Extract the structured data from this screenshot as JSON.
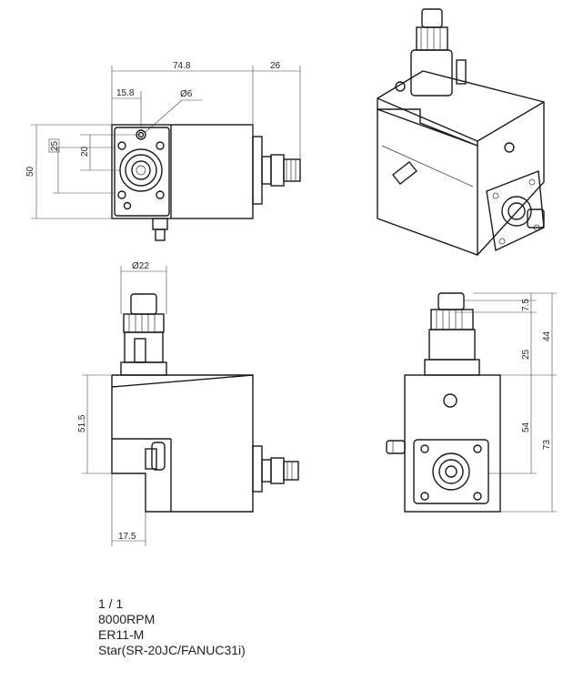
{
  "dimensions": {
    "top_width": "74.8",
    "top_right": "26",
    "offset": "15.8",
    "hole_dia": "Ø6",
    "left_25": "25",
    "left_20": "20",
    "left_50": "50",
    "shank_dia": "Ø22",
    "front_51_5": "51.5",
    "front_17_5": "17.5",
    "side_7_5": "7.5",
    "side_25": "25",
    "side_44": "44",
    "side_54": "54",
    "side_73": "73"
  },
  "specs": {
    "scale": "1 / 1",
    "rpm": "8000RPM",
    "collet": "ER11-M",
    "machine": "Star(SR-20JC/FANUC31i)"
  },
  "colors": {
    "line": "#1a1a1a",
    "background": "#ffffff"
  }
}
